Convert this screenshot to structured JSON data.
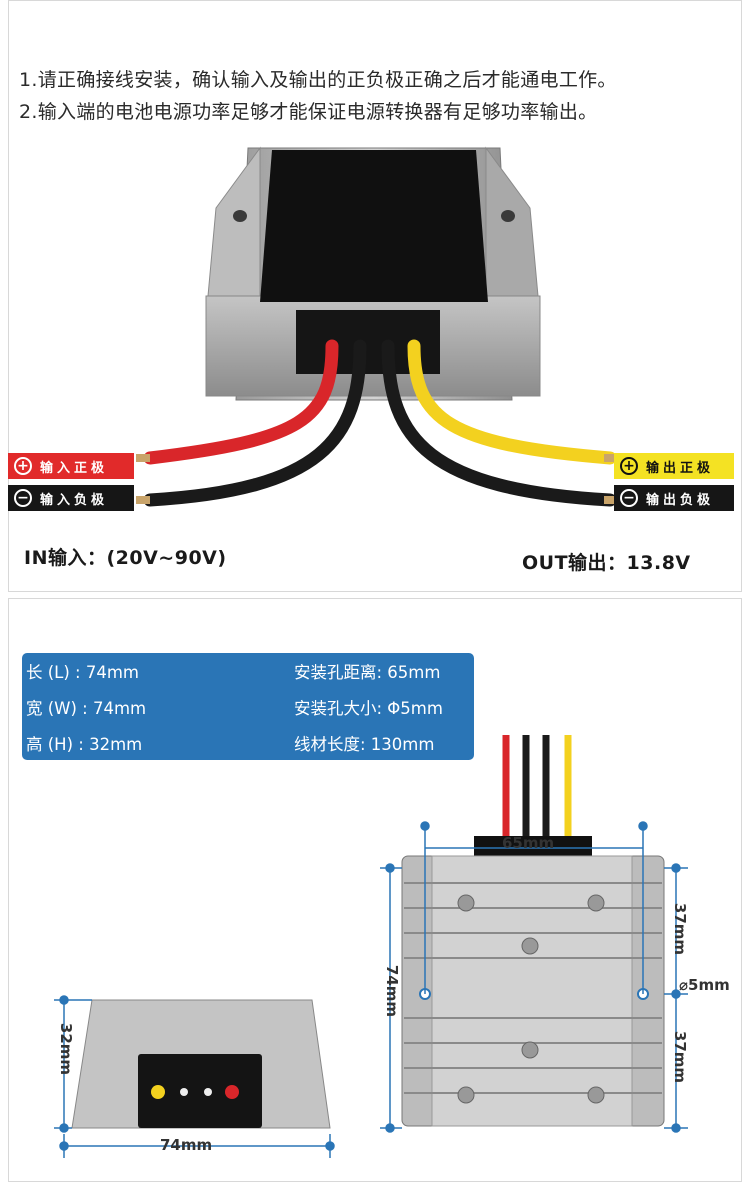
{
  "notes": [
    "1.请正确接线安装，确认输入及输出的正负极正确之后才能通电工作。",
    "2.输入端的电池电源功率足够才能保证电源转换器有足够功率输出。"
  ],
  "wires": {
    "input_positive": {
      "symbol": "+",
      "label": "输入正极"
    },
    "input_negative": {
      "symbol": "−",
      "label": "输入负极"
    },
    "output_positive": {
      "symbol": "+",
      "label": "输出正极"
    },
    "output_negative": {
      "symbol": "−",
      "label": "输出负极"
    }
  },
  "io": {
    "input": "IN输入：(20V~90V)",
    "output": "OUT输出：13.8V"
  },
  "specs": {
    "length": "长 (L) : 74mm",
    "width": "宽 (W) : 74mm",
    "height": "高 (H) : 32mm",
    "hole_distance": "安装孔距离: 65mm",
    "hole_size": "安装孔大小: Φ5mm",
    "cable_length": "线材长度: 130mm"
  },
  "dimensions": {
    "top_hole_span": "65mm",
    "body_height": "74mm",
    "upper_half": "37mm",
    "lower_half": "37mm",
    "hole_diameter": "⌀5mm",
    "side_height": "32mm",
    "side_width": "74mm"
  },
  "colors": {
    "wire_red": "#d9262a",
    "wire_black": "#1a1a1a",
    "wire_yellow": "#f3d11f",
    "spec_box": "#2a75b6",
    "dim_line": "#2a75b6"
  }
}
